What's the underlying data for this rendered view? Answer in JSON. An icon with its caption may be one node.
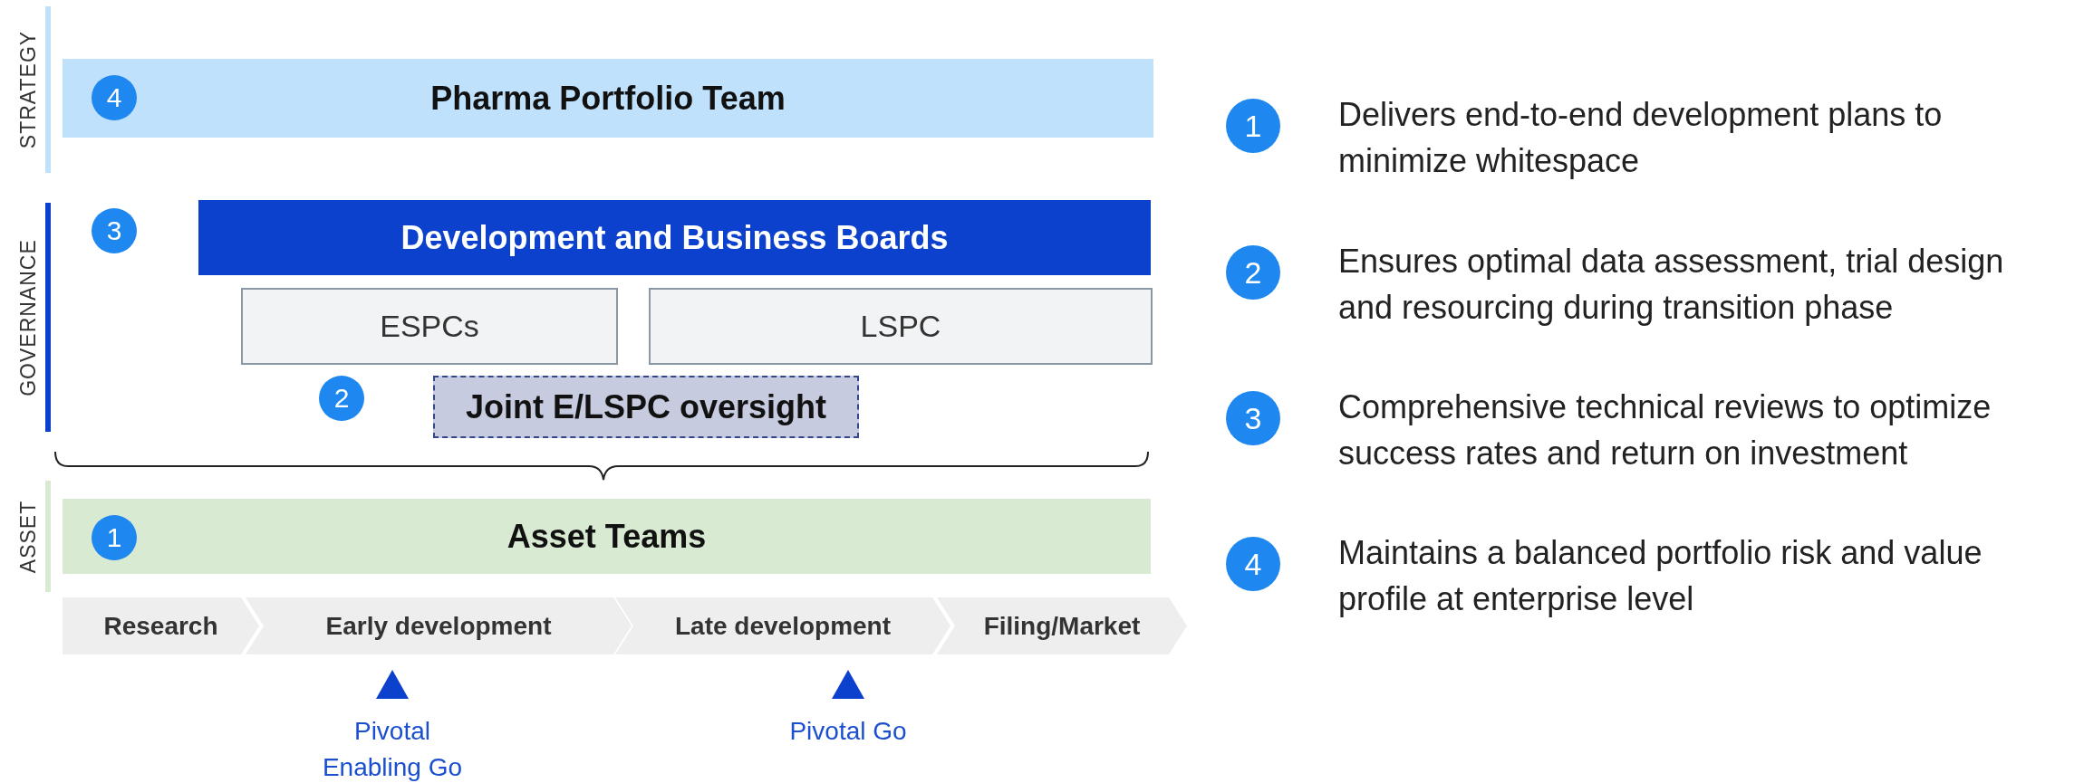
{
  "diagram": {
    "nodes": [
      {
        "text": [
          "STRATEGY"
        ]
      },
      {
        "text": [
          "4"
        ],
        "in": 2
      },
      {
        "text": [
          "Pharma Portfolio Team"
        ]
      },
      {
        "text": [
          "GOVERNANCE"
        ]
      },
      {
        "text": [
          "3"
        ]
      },
      {
        "text": [
          "Development and Business Boards"
        ]
      },
      {
        "text": [
          "ESPCs"
        ]
      },
      {
        "text": [
          "LSPC"
        ]
      },
      {
        "text": [
          "2"
        ]
      },
      {
        "text": [
          "Joint E/LSPC oversight"
        ]
      },
      {
        "text": [
          "ASSET"
        ]
      },
      {
        "text": [
          "1"
        ],
        "in": 12
      },
      {
        "text": [
          "Asset Teams"
        ]
      },
      {
        "text": [
          "Research"
        ]
      },
      {
        "text": [
          "Early development"
        ]
      },
      {
        "text": [
          "Late development"
        ]
      },
      {
        "text": [
          "Filing/Market"
        ]
      },
      {
        "text": [],
        "shape": "triangle",
        "beside": [
          "Pivotal Enabling Go"
        ]
      },
      {
        "text": [],
        "shape": "triangle",
        "beside": [
          "Pivotal Go"
        ]
      },
      {
        "text": [
          "1"
        ],
        "beside": [
          "Delivers end-to-end development plans to minimize whitespace"
        ]
      },
      {
        "text": [
          "2"
        ],
        "beside": [
          "Ensures optimal data assessment, trial design and resourcing during transition phase"
        ]
      },
      {
        "text": [
          "3"
        ],
        "beside": [
          "Comprehensive technical reviews to optimize success rates and return on investment"
        ]
      },
      {
        "text": [
          "4"
        ],
        "beside": [
          "Maintains a balanced portfolio risk and value profile at enterprise level"
        ]
      }
    ]
  }
}
